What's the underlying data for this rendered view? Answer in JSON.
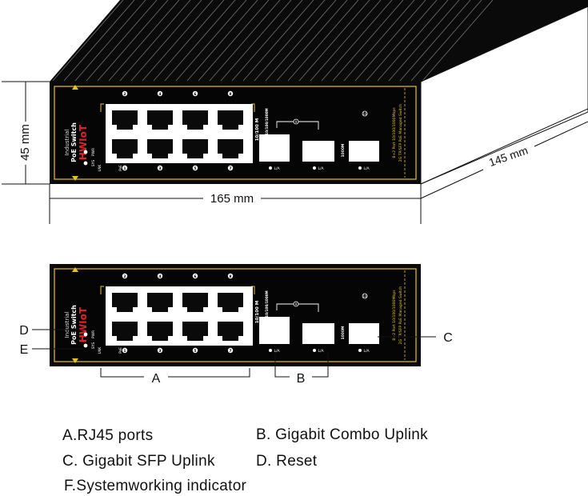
{
  "colors": {
    "device_body": "#0a0a0a",
    "panel": "#050505",
    "panel_border": "#e8c21f",
    "port_fill": "#ffffff",
    "port_hole": "#0a0a0a",
    "brand_accent": "#e21f26",
    "lines": "#111111"
  },
  "dimensions": {
    "height": "45 mm",
    "width": "165 mm",
    "depth": "145 mm"
  },
  "device": {
    "brand": "HWIoT",
    "category": "Industrial",
    "product": "PoE Switch",
    "led_labels": [
      "PWR",
      "SYS"
    ],
    "port_labels": [
      "1",
      "2",
      "3",
      "4",
      "5",
      "6",
      "7",
      "8"
    ],
    "speed_label_rj45": "10/100 M",
    "speed_label_combo": "10/100/1000M",
    "combo_port_numbers": "9",
    "sfp_port_number": "10",
    "speed_label_sfp": "1000M",
    "link_label": "L/A",
    "lnk_label": "LNK",
    "poe_label": "PoE",
    "model_line1": "8+2 Port 10/100/1000Mbps",
    "model_line2": "2G TP/SFP PoE Managed Switch"
  },
  "callouts": {
    "A": "A",
    "B": "B",
    "C": "C",
    "D": "D",
    "E": "E"
  },
  "legend": {
    "a": "A.RJ45 ports",
    "b": "B.  Gigabit Combo Uplink",
    "c": "C. Gigabit SFP Uplink",
    "d": "D. Reset",
    "f": "F.Systemworking indicator"
  }
}
